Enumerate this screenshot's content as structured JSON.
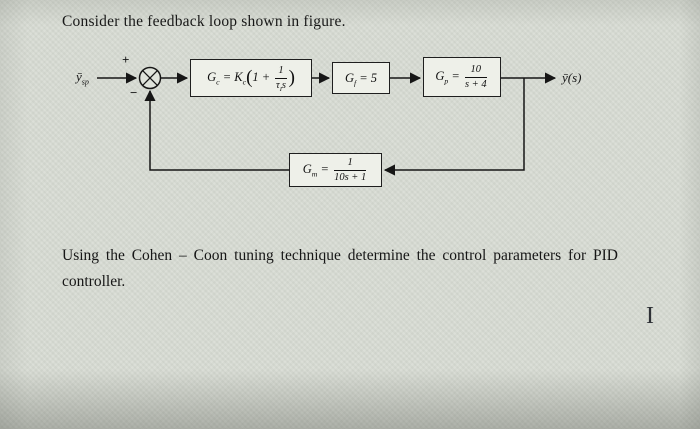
{
  "heading": "Consider the feedback loop shown in figure.",
  "question": {
    "line1": "Using the Cohen – Coon tuning technique determine the control parameters for PID",
    "line2": "controller."
  },
  "cursor_glyph": "I",
  "diagram": {
    "input": {
      "base": "ȳ",
      "sub": "sp"
    },
    "output_label": "ȳ(s)",
    "sum": {
      "plus": "+",
      "minus": "−"
    },
    "gc": {
      "g": "G",
      "g_sub": "c",
      "eq": " = ",
      "k": "K",
      "k_sub": "c",
      "open": "(",
      "pre": "1 + ",
      "num": "1",
      "den_tau": "τ",
      "den_sub": "I",
      "den_s": "s",
      "close": ")"
    },
    "gf": {
      "g": "G",
      "sub": "f",
      "rhs": " = 5"
    },
    "gp": {
      "g": "G",
      "sub": "p",
      "eq": " = ",
      "num": "10",
      "den": "s + 4"
    },
    "gm": {
      "g": "G",
      "sub": "m",
      "eq": " = ",
      "num": "1",
      "den": "10s + 1"
    }
  }
}
